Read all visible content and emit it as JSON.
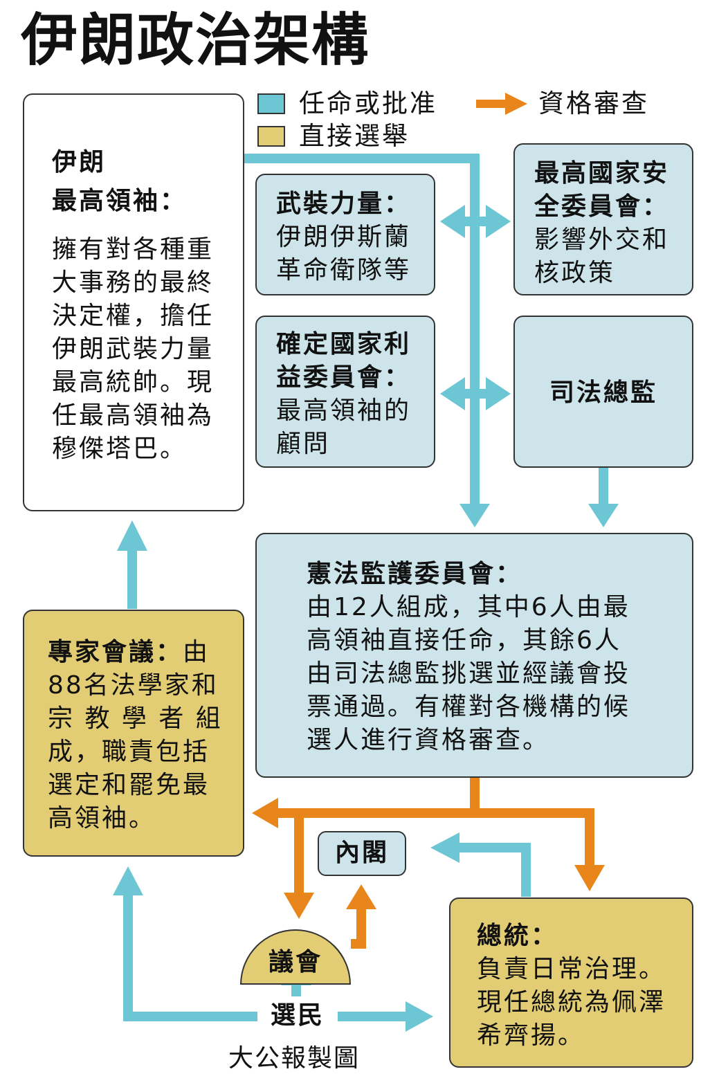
{
  "title": "伊朗政治架構",
  "legend": {
    "appoint": "任命或批准",
    "election": "直接選舉",
    "vetting": "資格審查"
  },
  "supreme_leader": {
    "title_1": "伊朗",
    "title_2": "最高領袖：",
    "desc": [
      "擁有對各種重",
      "大事務的最終",
      "決定權，擔任",
      "伊朗武裝力量",
      "最高統帥。現",
      "任最高領袖為",
      "穆傑塔巴。"
    ]
  },
  "armed_forces": {
    "title": "武裝力量：",
    "desc": [
      "伊朗伊斯蘭",
      "革命衛隊等"
    ]
  },
  "security_council": {
    "title": [
      "最高國家安",
      "全委員會："
    ],
    "desc": [
      "影響外交和",
      "核政策"
    ]
  },
  "expediency_council": {
    "title": [
      "確定國家利",
      "益委員會："
    ],
    "desc": [
      "最高領袖的",
      "顧問"
    ]
  },
  "judiciary": {
    "title": "司法總監"
  },
  "guardian_council": {
    "title": "憲法監護委員會：",
    "desc": [
      "由12人組成，其中6人由最",
      "高領袖直接任命，其餘6人",
      "由司法總監挑選並經議會投",
      "票通過。有權對各機構的候",
      "選人進行資格審查。"
    ]
  },
  "experts_assembly": {
    "title": "專家會議：",
    "desc_first": "由",
    "desc": [
      "88名法學家和",
      "宗 教 學 者 組",
      "成，職責包括",
      "選定和罷免最",
      "高領袖。"
    ]
  },
  "cabinet": {
    "title": "內閣"
  },
  "parliament": {
    "title": "議會"
  },
  "president": {
    "title": "總統：",
    "desc": [
      "負責日常治理。",
      "現任總統為佩澤",
      "希齊揚。"
    ]
  },
  "voters": {
    "title": "選民"
  },
  "credit": "大公報製圖",
  "colors": {
    "appoint_blue": "#6cc6d3",
    "vetting_orange": "#e8861c",
    "box_blue": "#cde5ea",
    "box_gold": "#e2cd75"
  }
}
